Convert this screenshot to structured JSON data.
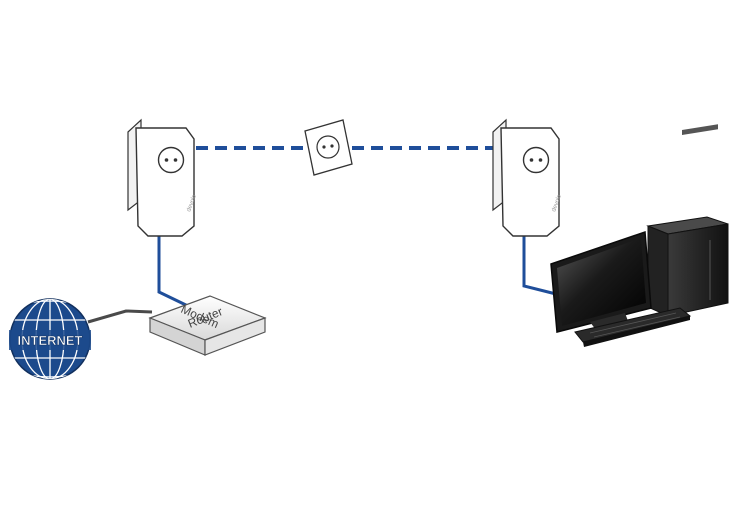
{
  "diagram": {
    "globe_label": "INTERNET",
    "router_label_line1": "Modem",
    "router_label_line2": "Router",
    "adapter_brand": "devolo"
  },
  "colors": {
    "powerline": "#1f4e9a",
    "cable_blue": "#1f4e9a",
    "cable_gray": "#4a4a4a",
    "globe": "#1c4a8c",
    "outline": "#333333"
  }
}
